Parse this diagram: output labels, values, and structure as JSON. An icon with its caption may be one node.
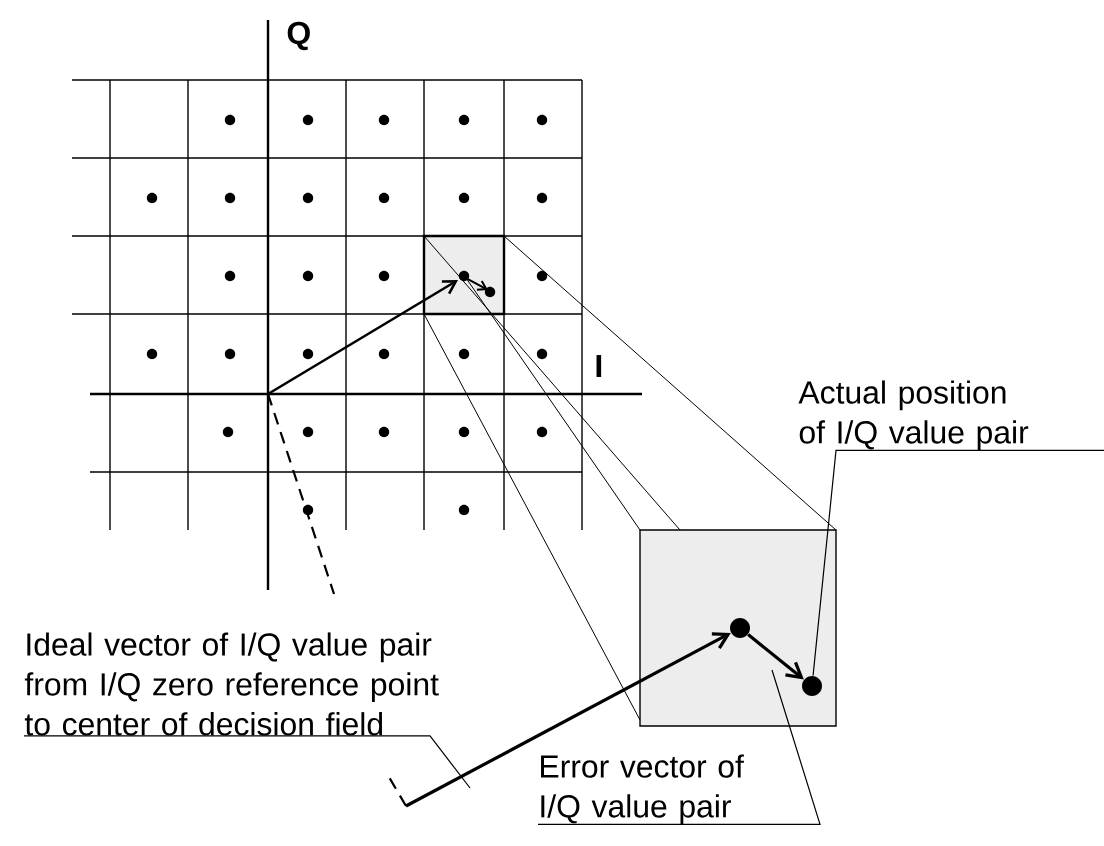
{
  "diagram": {
    "nodes": [
      {
        "text": [
          "Actual position of I/Q value pair"
        ]
      },
      {
        "text": [
          "Ideal vector of I/Q value pair from I/Q zero reference point to center of decision field"
        ]
      },
      {
        "text": [
          "Error vector of I/Q value pair"
        ]
      },
      {
        "text": [],
        "shape": "box"
      },
      {
        "text": [],
        "shape": "circle",
        "in": 3
      },
      {
        "text": [],
        "shape": "circle",
        "in": 3
      }
    ],
    "edges": [
      {
        "from": 0,
        "to": 5,
        "arrow": "none"
      },
      {
        "from": 1,
        "to": null,
        "arrow": "none"
      },
      {
        "from": 2,
        "to": null,
        "arrow": "none"
      },
      {
        "from": null,
        "to": 4,
        "arrow": "to"
      },
      {
        "from": 4,
        "to": 5,
        "arrow": "to"
      }
    ],
    "labels": [
      "Q",
      "I"
    ]
  }
}
